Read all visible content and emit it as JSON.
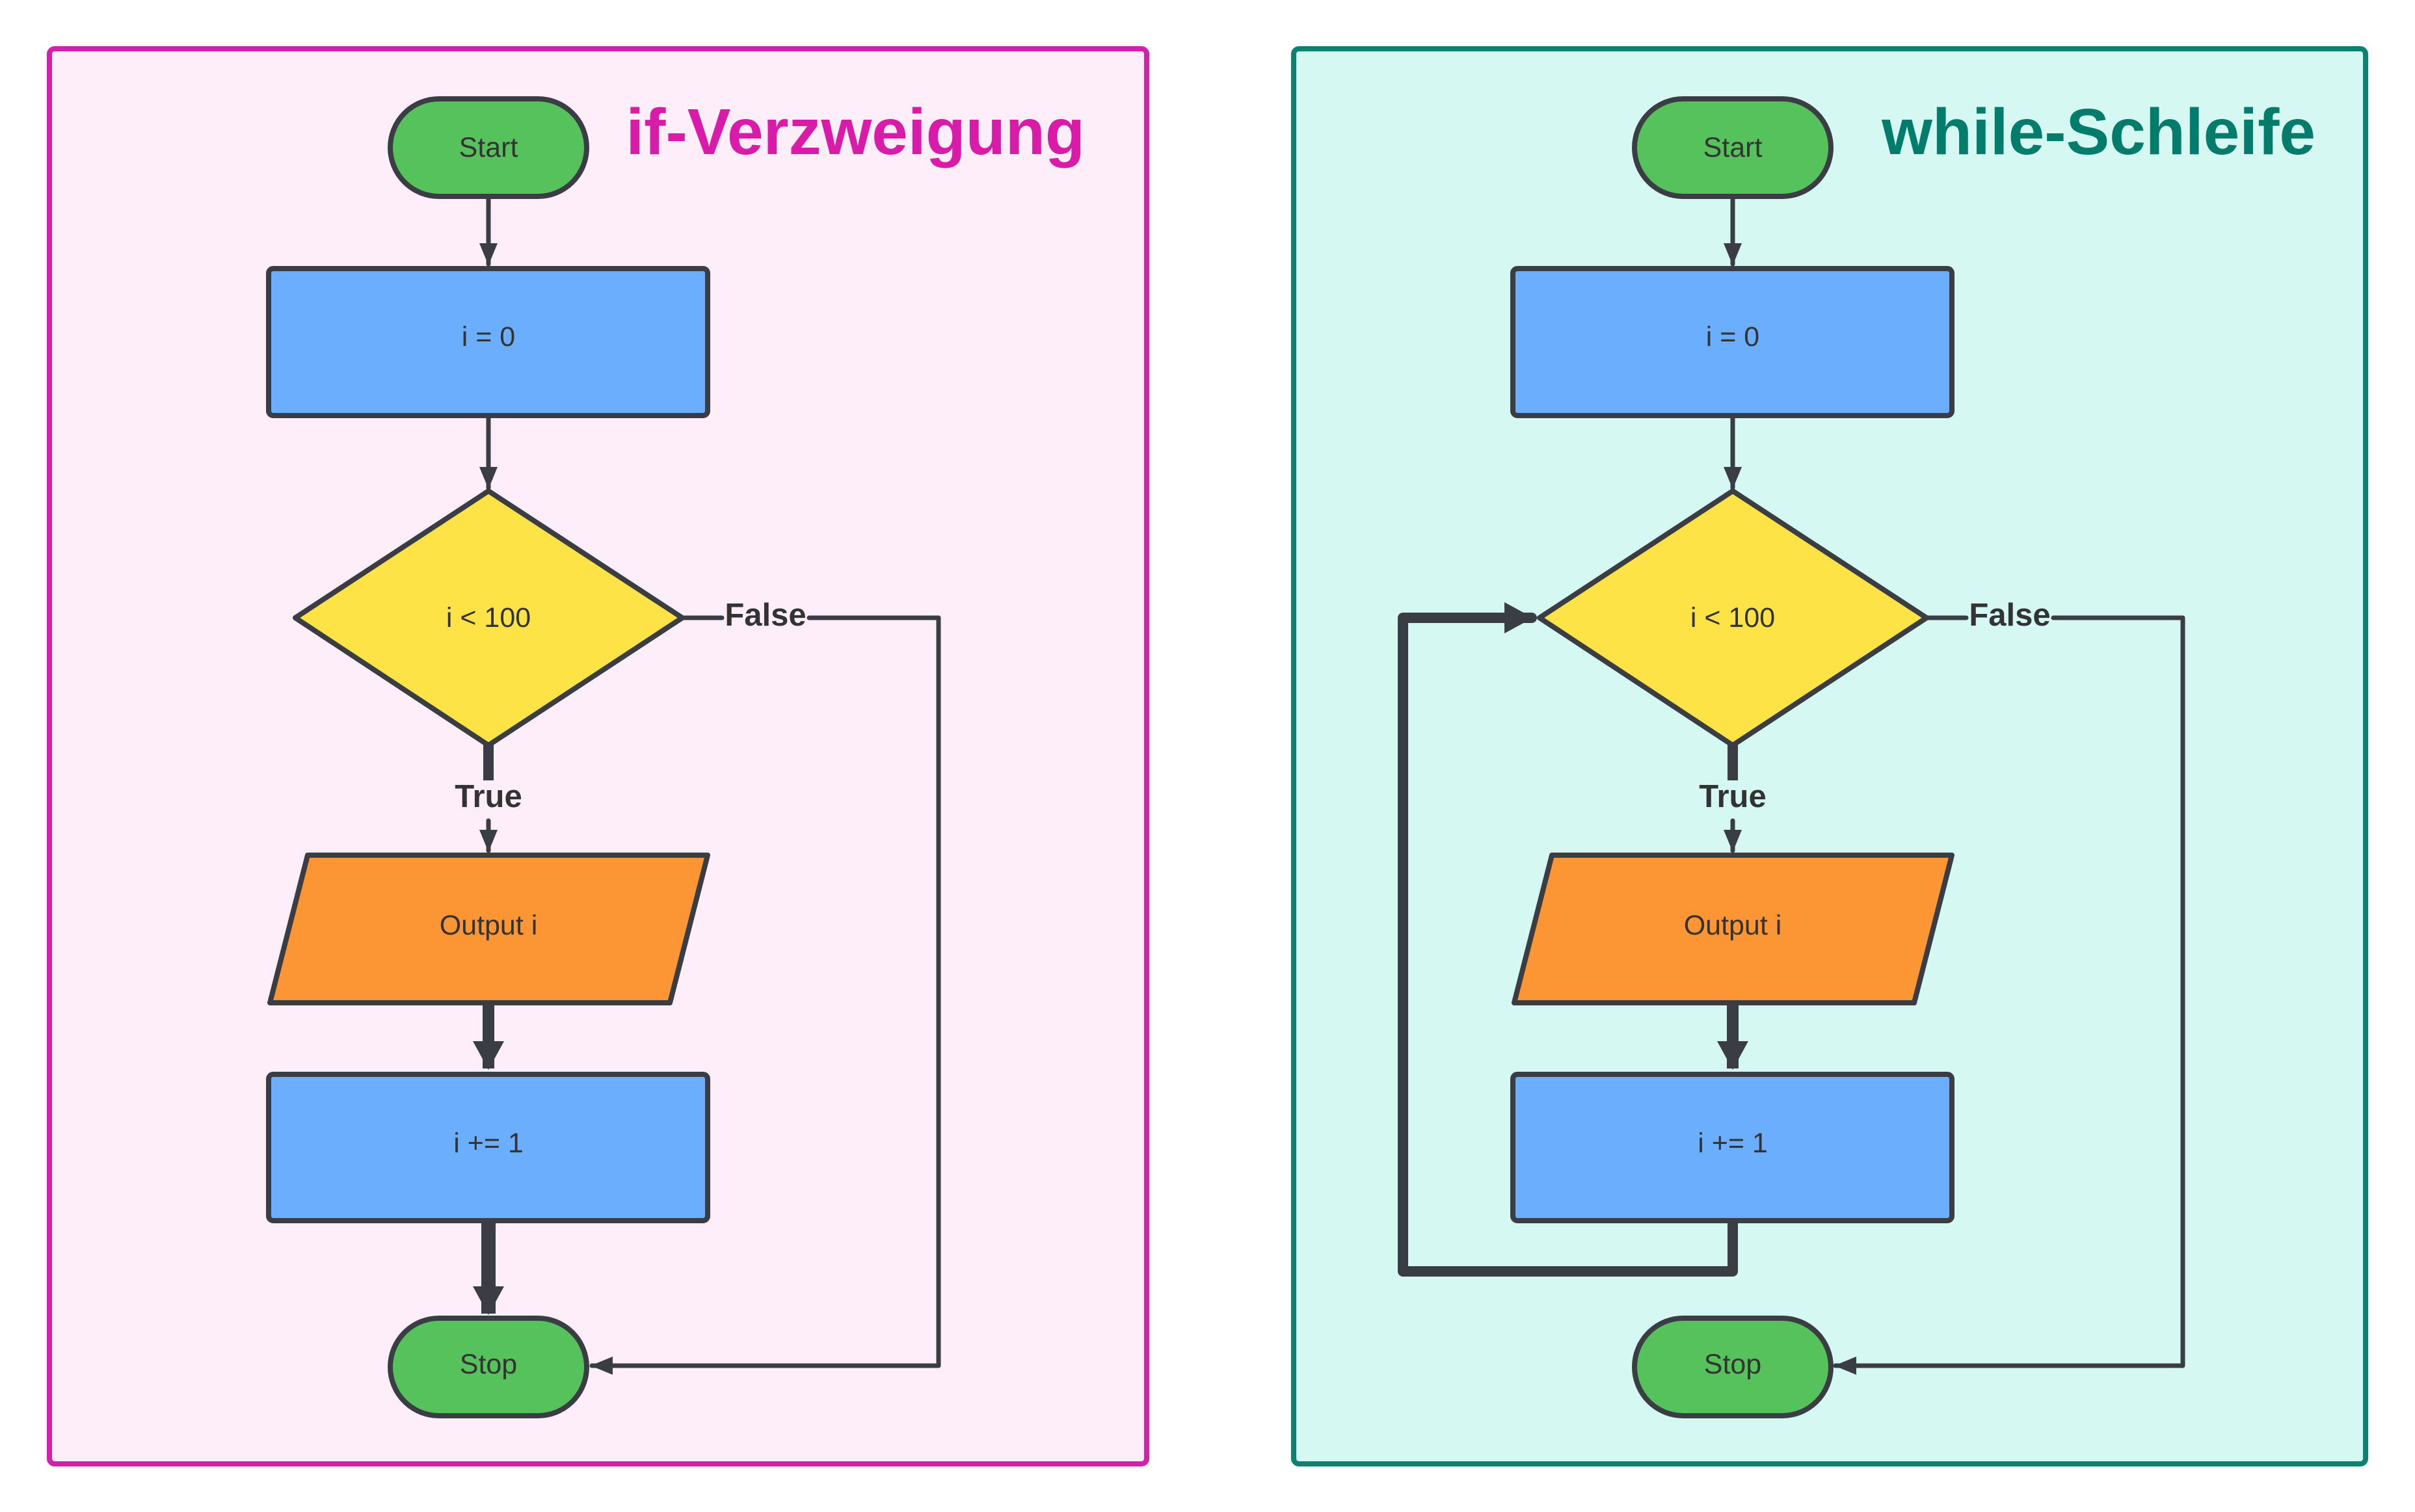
{
  "colors": {
    "if_border": "#d321ac",
    "if_fill": "#feeefa",
    "if_title": "#d81ba8",
    "while_border": "#0b8370",
    "while_fill": "#d6f8f2",
    "while_title": "#047c6c",
    "terminal": "#55c25c",
    "process": "#6caefe",
    "decision": "#fee346",
    "io": "#fc9534",
    "stroke": "#3a3d44"
  },
  "if_panel": {
    "title": "if-Verzweigung",
    "start": "Start",
    "init": "i = 0",
    "condition": "i < 100",
    "false_label": "False",
    "true_label": "True",
    "output": "Output i",
    "increment": "i += 1",
    "stop": "Stop"
  },
  "while_panel": {
    "title": "while-Schleife",
    "start": "Start",
    "init": "i = 0",
    "condition": "i < 100",
    "false_label": "False",
    "true_label": "True",
    "output": "Output i",
    "increment": "i += 1",
    "stop": "Stop"
  }
}
